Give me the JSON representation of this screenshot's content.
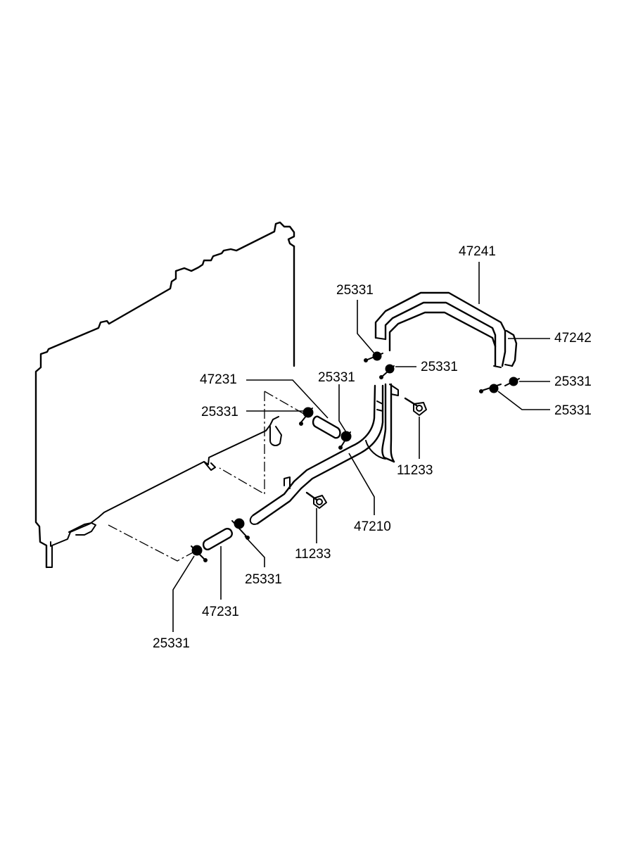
{
  "diagram": {
    "parts": [
      {
        "id": "lbl-47241",
        "code": "47241"
      },
      {
        "id": "lbl-47242",
        "code": "47242"
      },
      {
        "id": "lbl-25331-a",
        "code": "25331"
      },
      {
        "id": "lbl-25331-b",
        "code": "25331"
      },
      {
        "id": "lbl-25331-c",
        "code": "25331"
      },
      {
        "id": "lbl-25331-d",
        "code": "25331"
      },
      {
        "id": "lbl-25331-e",
        "code": "25331"
      },
      {
        "id": "lbl-25331-f",
        "code": "25331"
      },
      {
        "id": "lbl-25331-g",
        "code": "25331"
      },
      {
        "id": "lbl-25331-h",
        "code": "25331"
      },
      {
        "id": "lbl-47231-a",
        "code": "47231"
      },
      {
        "id": "lbl-47231-b",
        "code": "47231"
      },
      {
        "id": "lbl-11233-a",
        "code": "11233"
      },
      {
        "id": "lbl-11233-b",
        "code": "11233"
      },
      {
        "id": "lbl-47210",
        "code": "47210"
      }
    ]
  }
}
